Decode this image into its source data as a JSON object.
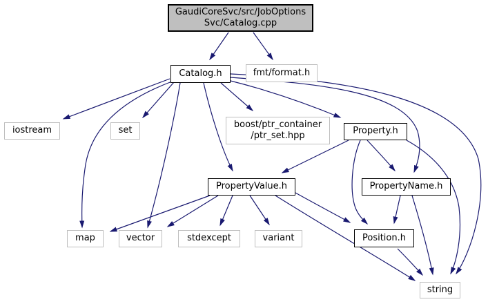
{
  "diagram": {
    "type": "include-dependency-graph",
    "colors": {
      "edge": "#191970",
      "root_fill": "#bfbfbf",
      "node_fill": "#ffffff",
      "internal_border": "#000000",
      "external_border": "#bebebe",
      "background": "#ffffff",
      "text": "#000000"
    },
    "nodes": {
      "catalog_cpp": {
        "label": "GaudiCoreSvc/src/JobOptions\nSvc/Catalog.cpp",
        "kind": "root"
      },
      "catalog_h": {
        "label": "Catalog.h",
        "kind": "internal"
      },
      "fmt_format_h": {
        "label": "fmt/format.h",
        "kind": "external"
      },
      "iostream": {
        "label": "iostream",
        "kind": "external"
      },
      "set": {
        "label": "set",
        "kind": "external"
      },
      "boost_ptr_set": {
        "label": "boost/ptr_container\n/ptr_set.hpp",
        "kind": "external"
      },
      "property_h": {
        "label": "Property.h",
        "kind": "internal"
      },
      "propertyvalue_h": {
        "label": "PropertyValue.h",
        "kind": "internal"
      },
      "propertyname_h": {
        "label": "PropertyName.h",
        "kind": "internal"
      },
      "map": {
        "label": "map",
        "kind": "external"
      },
      "vector": {
        "label": "vector",
        "kind": "external"
      },
      "stdexcept": {
        "label": "stdexcept",
        "kind": "external"
      },
      "variant": {
        "label": "variant",
        "kind": "external"
      },
      "position_h": {
        "label": "Position.h",
        "kind": "internal"
      },
      "string": {
        "label": "string",
        "kind": "external"
      }
    },
    "edges": [
      {
        "from": "catalog_cpp",
        "to": "catalog_h"
      },
      {
        "from": "catalog_cpp",
        "to": "fmt_format_h"
      },
      {
        "from": "catalog_h",
        "to": "iostream"
      },
      {
        "from": "catalog_h",
        "to": "set"
      },
      {
        "from": "catalog_h",
        "to": "map"
      },
      {
        "from": "catalog_h",
        "to": "vector"
      },
      {
        "from": "catalog_h",
        "to": "propertyvalue_h"
      },
      {
        "from": "catalog_h",
        "to": "boost_ptr_set"
      },
      {
        "from": "catalog_h",
        "to": "property_h"
      },
      {
        "from": "catalog_h",
        "to": "propertyname_h"
      },
      {
        "from": "catalog_h",
        "to": "string"
      },
      {
        "from": "property_h",
        "to": "propertyvalue_h"
      },
      {
        "from": "property_h",
        "to": "propertyname_h"
      },
      {
        "from": "property_h",
        "to": "position_h"
      },
      {
        "from": "property_h",
        "to": "string"
      },
      {
        "from": "propertyvalue_h",
        "to": "map"
      },
      {
        "from": "propertyvalue_h",
        "to": "vector"
      },
      {
        "from": "propertyvalue_h",
        "to": "stdexcept"
      },
      {
        "from": "propertyvalue_h",
        "to": "variant"
      },
      {
        "from": "propertyvalue_h",
        "to": "position_h"
      },
      {
        "from": "propertyvalue_h",
        "to": "string"
      },
      {
        "from": "propertyname_h",
        "to": "position_h"
      },
      {
        "from": "propertyname_h",
        "to": "string"
      },
      {
        "from": "position_h",
        "to": "string"
      }
    ]
  }
}
